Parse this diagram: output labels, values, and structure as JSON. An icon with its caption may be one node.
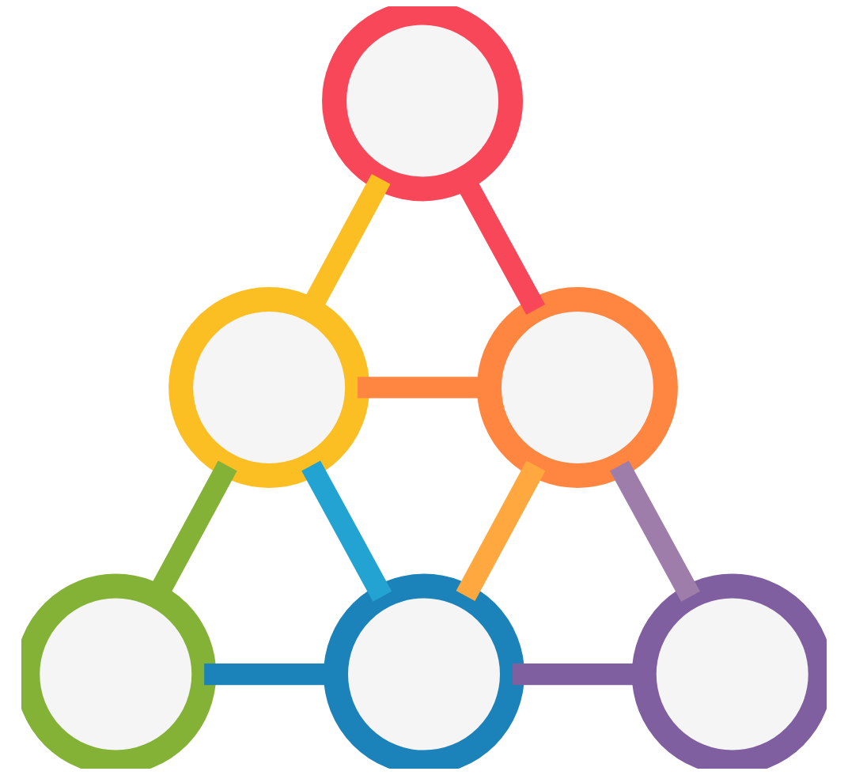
{
  "diagram": {
    "nodes": [
      {
        "text": [],
        "shape": "circle"
      },
      {
        "text": [],
        "shape": "circle"
      },
      {
        "text": [],
        "shape": "circle"
      },
      {
        "text": [],
        "shape": "circle"
      },
      {
        "text": [],
        "shape": "circle"
      },
      {
        "text": [],
        "shape": "circle"
      }
    ],
    "edges": [
      {
        "from": 0,
        "to": 1,
        "arrow": "none",
        "color": "#fbbf24"
      },
      {
        "from": 0,
        "to": 2,
        "arrow": "none",
        "color": "#f9475a"
      },
      {
        "from": 1,
        "to": 2,
        "arrow": "none",
        "color": "#ff8640"
      },
      {
        "from": 1,
        "to": 3,
        "arrow": "none",
        "color": "#84b237"
      },
      {
        "from": 1,
        "to": 4,
        "arrow": "none",
        "color": "#22a3d2"
      },
      {
        "from": 2,
        "to": 4,
        "arrow": "none",
        "color": "#ffa840"
      },
      {
        "from": 2,
        "to": 5,
        "arrow": "none",
        "color": "#9f7dab"
      },
      {
        "from": 3,
        "to": 4,
        "arrow": "none",
        "color": "#1b83b9"
      },
      {
        "from": 4,
        "to": 5,
        "arrow": "none",
        "color": "#7f5f9f"
      }
    ]
  }
}
